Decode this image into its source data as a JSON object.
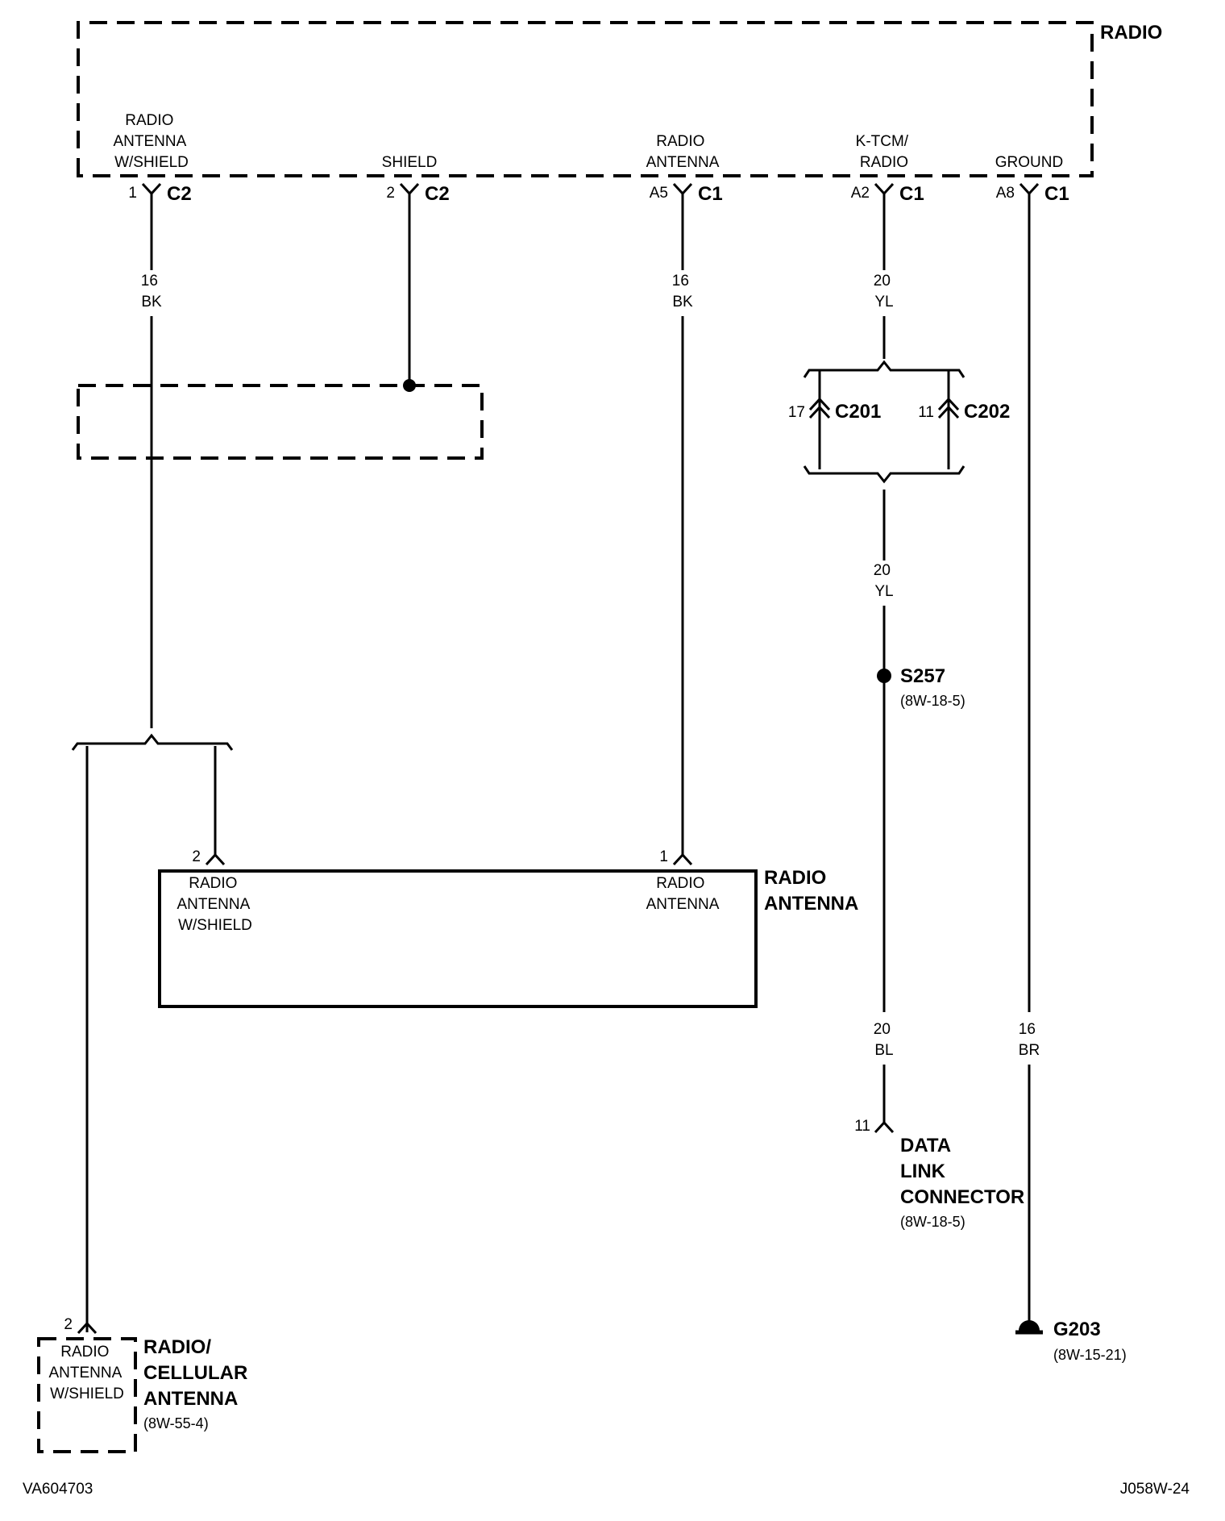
{
  "radio": {
    "title": "RADIO",
    "pins": {
      "p1": {
        "label": [
          "RADIO",
          "ANTENNA",
          "W/SHIELD"
        ],
        "pin": "1",
        "conn": "C2"
      },
      "p2": {
        "label": [
          "SHIELD"
        ],
        "pin": "2",
        "conn": "C2"
      },
      "p3": {
        "label": [
          "RADIO",
          "ANTENNA"
        ],
        "pin": "A5",
        "conn": "C1"
      },
      "p4": {
        "label": [
          "K-TCM/",
          "RADIO"
        ],
        "pin": "A2",
        "conn": "C1"
      },
      "p5": {
        "label": [
          "GROUND"
        ],
        "pin": "A8",
        "conn": "C1"
      }
    }
  },
  "wires": {
    "w1": {
      "gauge": "16",
      "color": "BK"
    },
    "w3": {
      "gauge": "16",
      "color": "BK"
    },
    "w4a": {
      "gauge": "20",
      "color": "YL"
    },
    "w4b": {
      "gauge": "20",
      "color": "YL"
    },
    "w4c": {
      "gauge": "20",
      "color": "BL"
    },
    "w5": {
      "gauge": "16",
      "color": "BR"
    }
  },
  "inline": {
    "c201": {
      "pin": "17",
      "name": "C201"
    },
    "c202": {
      "pin": "11",
      "name": "C202"
    }
  },
  "splice": {
    "name": "S257",
    "ref": "(8W-18-5)"
  },
  "antenna": {
    "title": [
      "RADIO",
      "ANTENNA"
    ],
    "pinA": {
      "pin": "2",
      "label": [
        "RADIO",
        "ANTENNA",
        "W/SHIELD"
      ]
    },
    "pinB": {
      "pin": "1",
      "label": [
        "RADIO",
        "ANTENNA"
      ]
    }
  },
  "dlc": {
    "pin": "11",
    "title": [
      "DATA",
      "LINK",
      "CONNECTOR"
    ],
    "ref": "(8W-18-5)"
  },
  "ground": {
    "name": "G203",
    "ref": "(8W-15-21)"
  },
  "cellular": {
    "pin": "2",
    "label": [
      "RADIO",
      "ANTENNA",
      "W/SHIELD"
    ],
    "title": [
      "RADIO/",
      "CELLULAR",
      "ANTENNA"
    ],
    "ref": "(8W-55-4)"
  },
  "footer": {
    "left": "VA604703",
    "right": "J058W-24"
  }
}
